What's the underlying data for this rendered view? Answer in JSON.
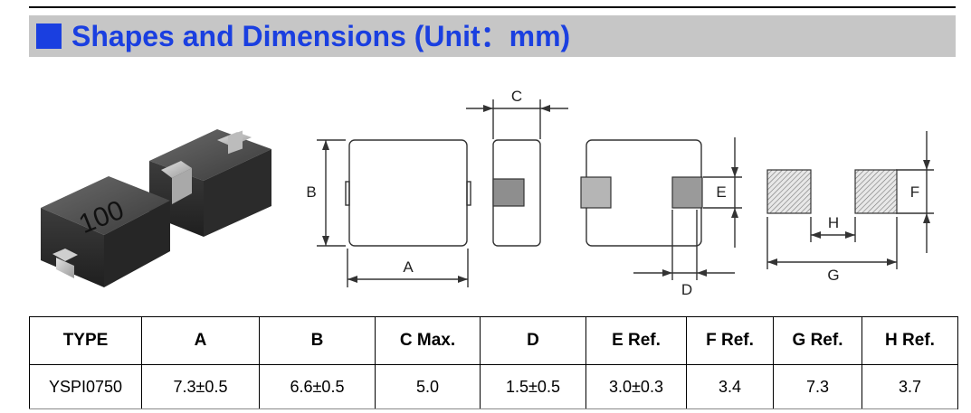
{
  "section": {
    "title": "Shapes and Dimensions (Unit：mm)"
  },
  "product": {
    "marking": "100"
  },
  "drawing_labels": {
    "a": "A",
    "b": "B",
    "c": "C",
    "d": "D",
    "e": "E",
    "f": "F",
    "g": "G",
    "h": "H"
  },
  "table": {
    "headers": [
      "TYPE",
      "A",
      "B",
      "C Max.",
      "D",
      "E Ref.",
      "F Ref.",
      "G Ref.",
      "H Ref."
    ],
    "rows": [
      [
        "YSPI0750",
        "7.3±0.5",
        "6.6±0.5",
        "5.0",
        "1.5±0.5",
        "3.0±0.3",
        "3.4",
        "7.3",
        "3.7"
      ]
    ]
  }
}
